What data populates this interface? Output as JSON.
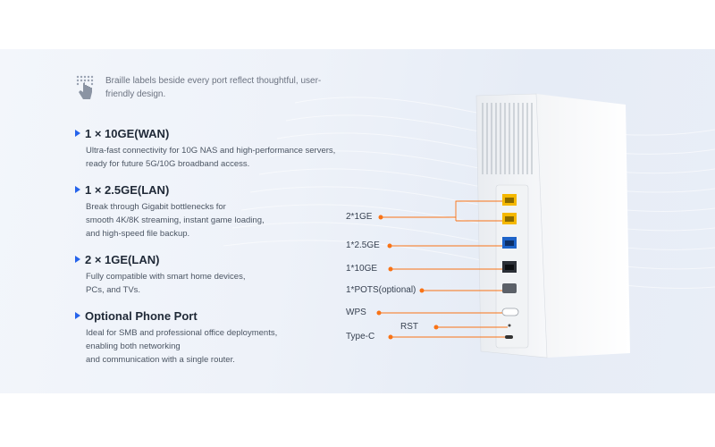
{
  "intro": "Braille labels beside every port reflect thoughtful, user-friendly design.",
  "features": [
    {
      "title": "1 × 10GE(WAN)",
      "desc": [
        "Ultra-fast connectivity for 10G NAS and high-performance servers,",
        "ready for future 5G/10G broadband access."
      ]
    },
    {
      "title": "1 × 2.5GE(LAN)",
      "desc": [
        "Break through Gigabit bottlenecks for",
        "smooth 4K/8K streaming, instant game loading,",
        "and high-speed file backup."
      ]
    },
    {
      "title": "2 × 1GE(LAN)",
      "desc": [
        "Fully compatible with smart home devices,",
        "PCs, and TVs."
      ]
    },
    {
      "title": "Optional Phone Port",
      "desc": [
        "Ideal for SMB and professional office deployments,",
        "enabling both networking",
        "and communication with a single router."
      ]
    }
  ],
  "ports": {
    "ge1": "2*1GE",
    "ge25": "1*2.5GE",
    "ge10": "1*10GE",
    "pots": "1*POTS(optional)",
    "wps": "WPS",
    "rst": "RST",
    "typec": "Type-C"
  },
  "colors": {
    "accent": "#2563eb",
    "callout": "#f97316",
    "port_yellow": "#f5b800",
    "port_blue": "#1e63c8"
  },
  "icons": {
    "braille": "braille-touch-icon",
    "bullet": "triangle-bullet-icon"
  }
}
